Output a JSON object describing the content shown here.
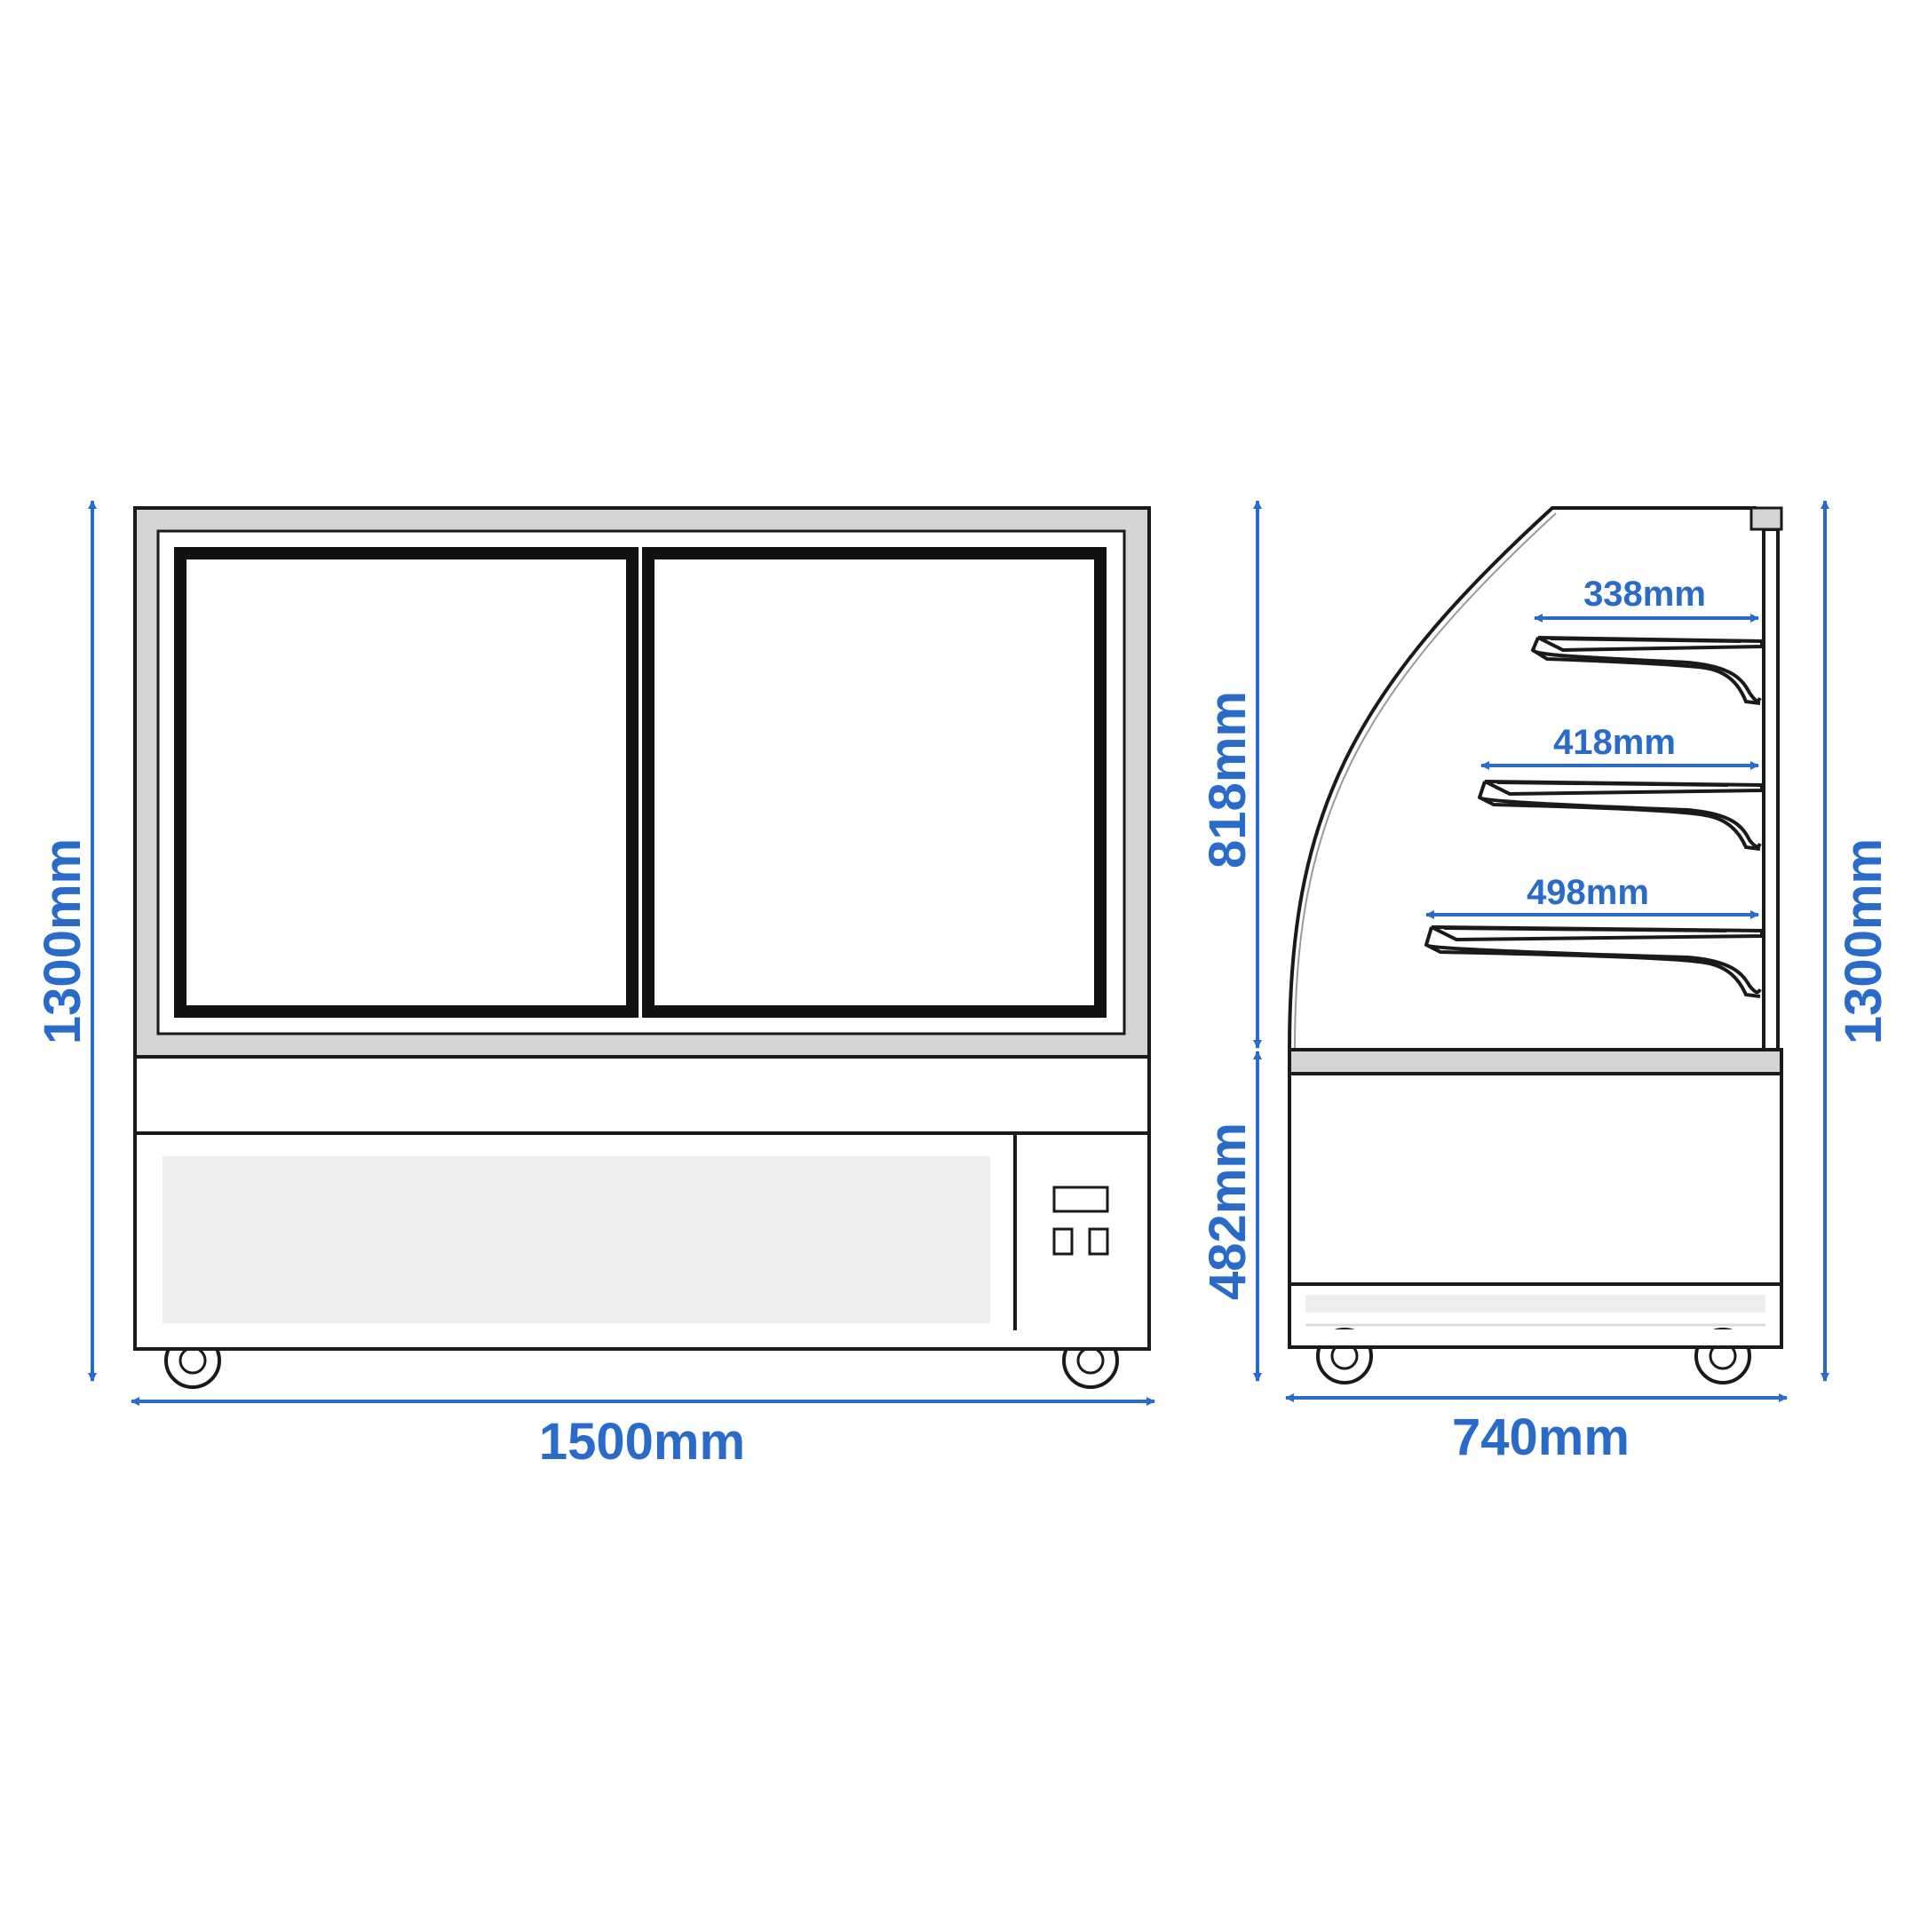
{
  "colors": {
    "dimension": "#2a6ac8",
    "outline": "#1a1a1a",
    "frame_grey": "#d4d4d4",
    "panel_grey": "#eeeeee",
    "background": "#ffffff"
  },
  "front_view": {
    "height_label": "1300mm",
    "width_label": "1500mm"
  },
  "side_view": {
    "upper_height_label": "818mm",
    "lower_height_label": "482mm",
    "total_height_label": "1300mm",
    "depth_label": "740mm",
    "shelves": [
      {
        "label": "338mm"
      },
      {
        "label": "418mm"
      },
      {
        "label": "498mm"
      }
    ]
  }
}
